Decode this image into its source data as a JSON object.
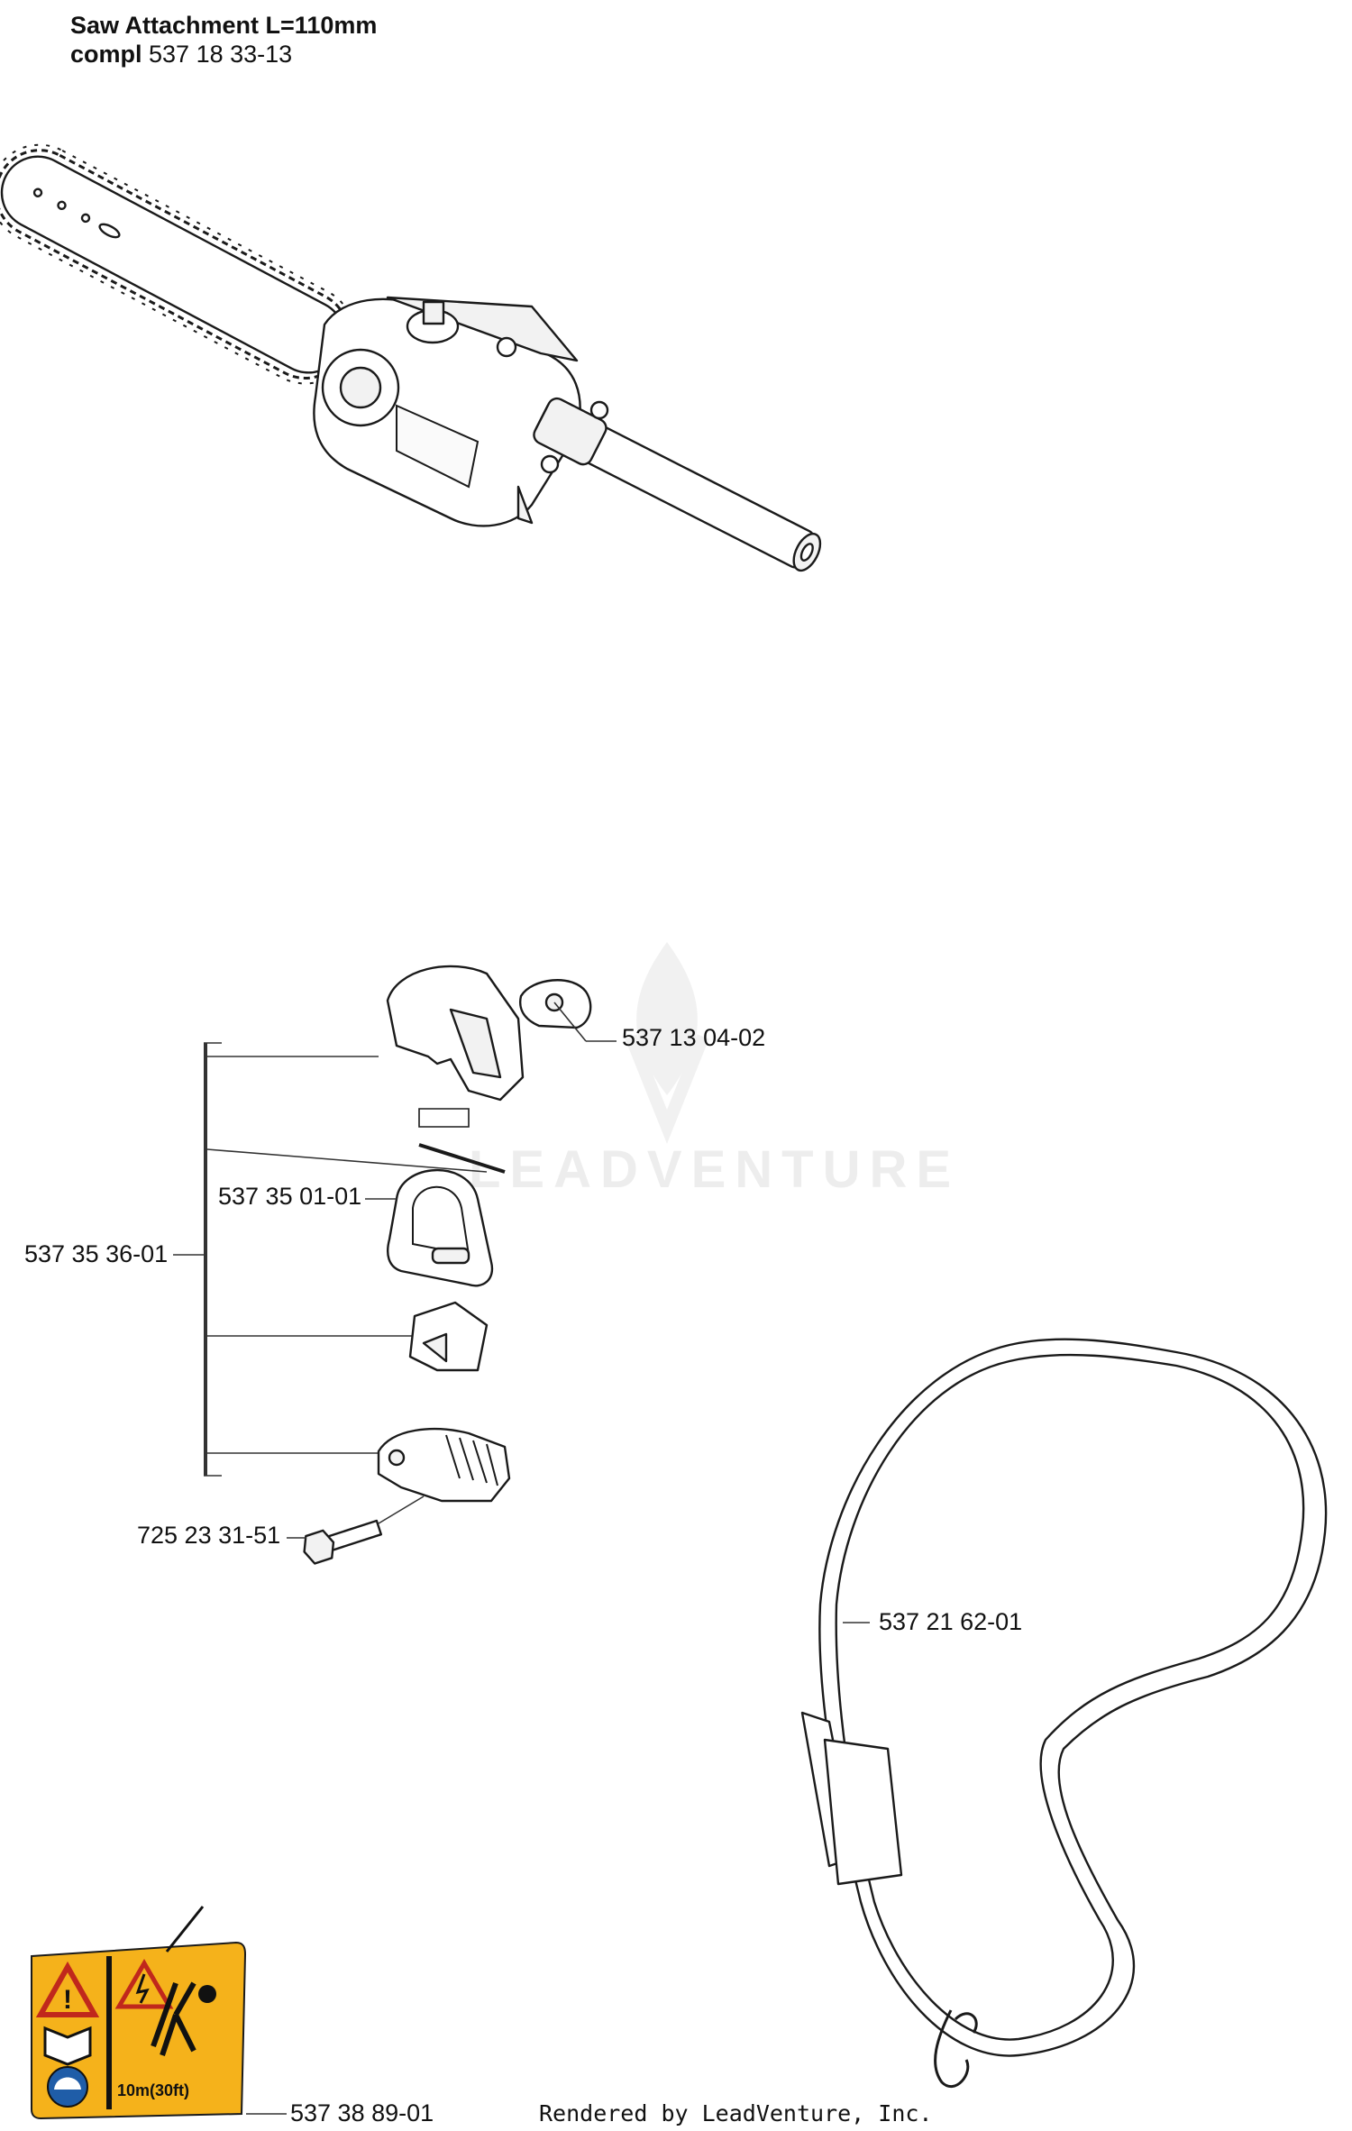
{
  "header": {
    "line1_bold": "Saw Attachment L=110mm",
    "line2_bold": "compl",
    "line2_rest": " 537 18 33-13"
  },
  "labels": {
    "p1": "537 13 04-02",
    "p2": "537 35 01-01",
    "p3": "537 35 36-01",
    "p4": "725 23 31-51",
    "p5": "537 21 62-01",
    "p6": "537 38 89-01"
  },
  "decal": {
    "height_text": "10m(30ft)",
    "bg_color": "#f5b21b"
  },
  "watermark": "LEADVENTURE",
  "footer": "Rendered by LeadVenture, Inc."
}
